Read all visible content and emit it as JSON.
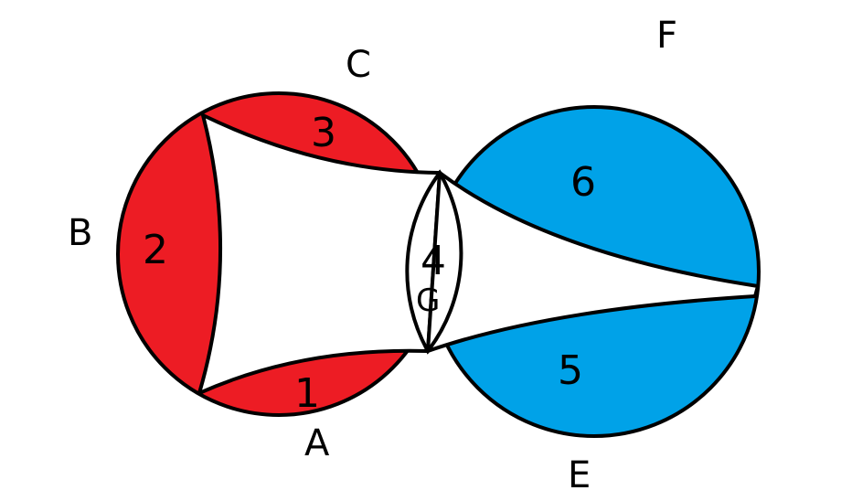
{
  "colors": {
    "red": "#ed1c24",
    "blue": "#00a2e8",
    "stroke": "#000000",
    "background": "#ffffff"
  },
  "labels": {
    "a": "A",
    "b": "B",
    "c": "C",
    "e": "E",
    "f": "F",
    "g": "G"
  },
  "regions": {
    "r1": "1",
    "r2": "2",
    "r3": "3",
    "r4": "4",
    "r5": "5",
    "r6": "6"
  }
}
